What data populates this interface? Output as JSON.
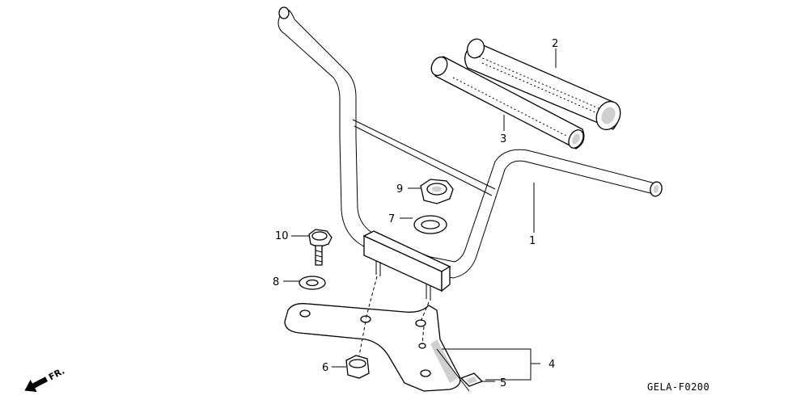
{
  "diagram": {
    "code": "GELA-F0200",
    "direction": "FR."
  },
  "callouts": [
    {
      "id": "1",
      "label": "1"
    },
    {
      "id": "2",
      "label": "2"
    },
    {
      "id": "3",
      "label": "3"
    },
    {
      "id": "4",
      "label": "4"
    },
    {
      "id": "5",
      "label": "5"
    },
    {
      "id": "6",
      "label": "6"
    },
    {
      "id": "7",
      "label": "7"
    },
    {
      "id": "8",
      "label": "8"
    },
    {
      "id": "9",
      "label": "9"
    },
    {
      "id": "10",
      "label": "10"
    }
  ]
}
